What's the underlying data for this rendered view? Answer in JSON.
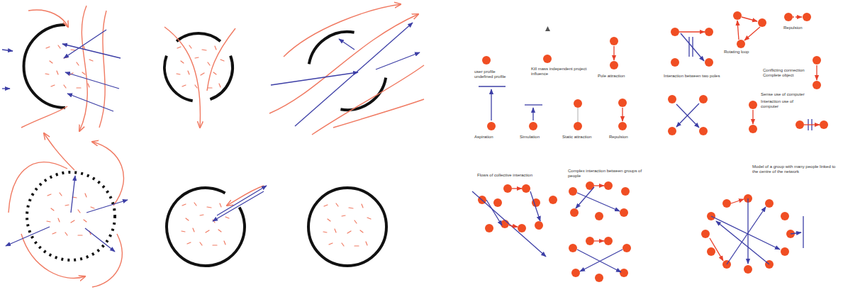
{
  "diagram": {
    "labels": [
      "user profile undefined profile",
      "Kill mass independent project influence",
      "Pole attraction",
      "Aspiration",
      "Simulation",
      "Static attraction",
      "Repulsion",
      "Rotating loop",
      "Repulsion",
      "Interaction between two poles",
      "Conflicting connection Complete object",
      "Sense use of computer",
      "Interaction use of computer",
      "Flows of collective interaction",
      "Complex interaction between groups of people",
      "Model of a group with many people linked to the centre of the network"
    ]
  }
}
